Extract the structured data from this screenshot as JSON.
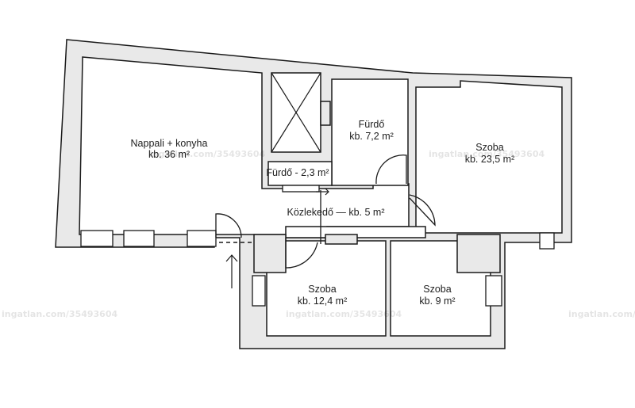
{
  "rooms": [
    {
      "id": "living",
      "name": "Nappali + konyha",
      "area": "kb. 36 m²"
    },
    {
      "id": "bath1",
      "name": "Fürdő",
      "area": "kb. 7,2 m²"
    },
    {
      "id": "bath2",
      "label": "Fürdő - 2,3 m²"
    },
    {
      "id": "room-large",
      "name": "Szoba",
      "area": "kb. 23,5 m²"
    },
    {
      "id": "hall",
      "label": "Közlekedő — kb. 5 m²"
    },
    {
      "id": "room-mid",
      "name": "Szoba",
      "area": "kb. 12,4 m²"
    },
    {
      "id": "room-small",
      "name": "Szoba",
      "area": "kb. 9 m²"
    }
  ],
  "watermark": "ingatlan.com/35493604",
  "colors": {
    "wall_fill": "#e9e9e9",
    "line": "#1a1a1a",
    "background": "#ffffff"
  },
  "icons": [
    "entrance-arrow-icon",
    "shaft-cross-icon"
  ]
}
